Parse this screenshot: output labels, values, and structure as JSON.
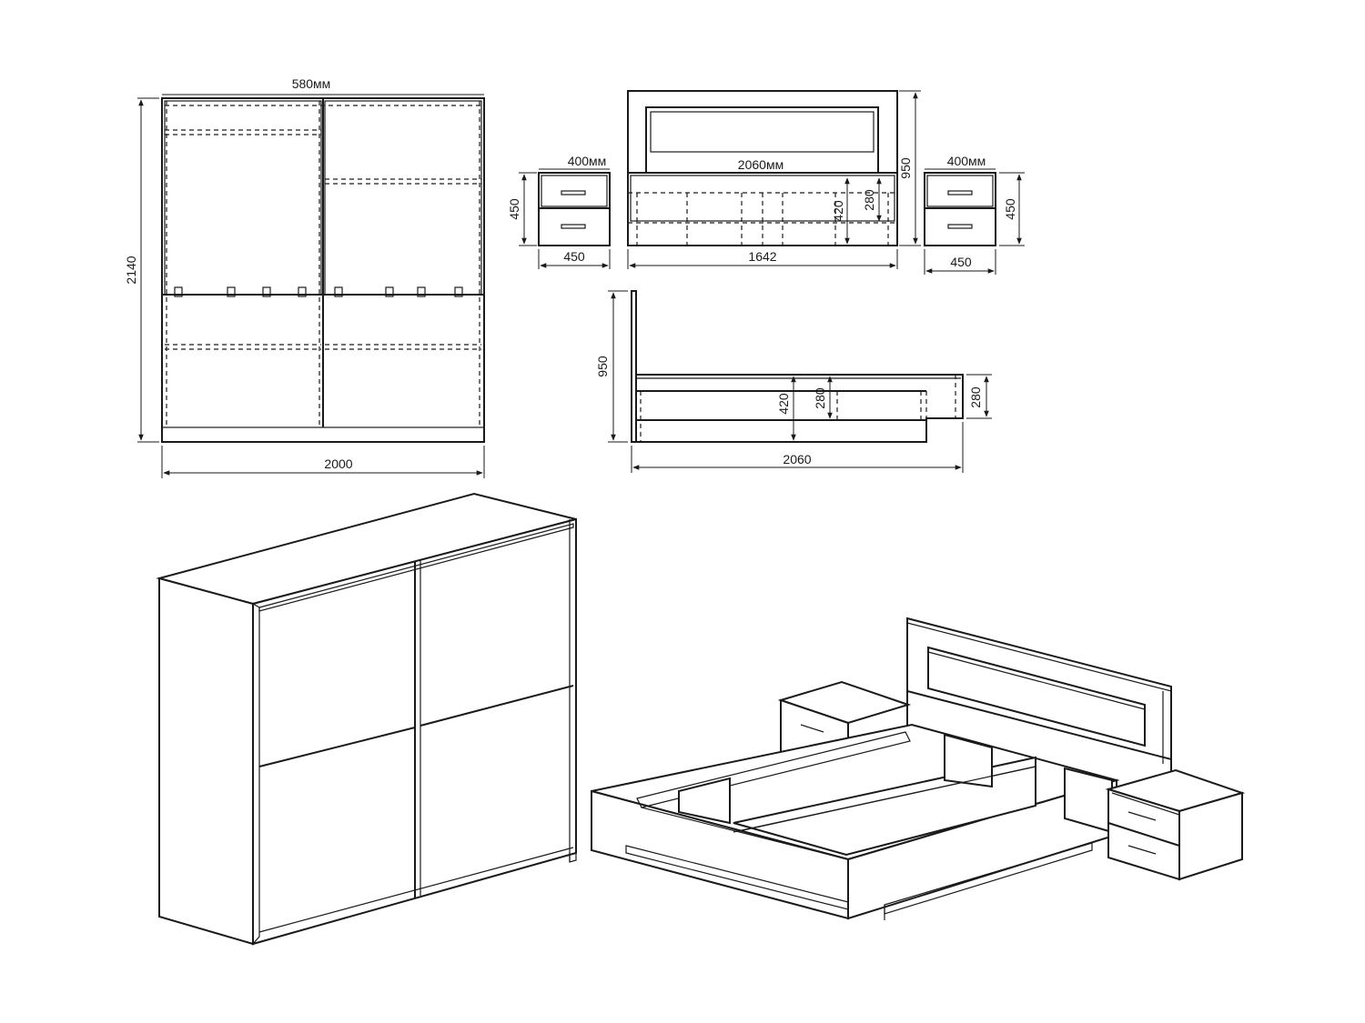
{
  "wardrobe_front": {
    "depth_label": "580мм",
    "height_label": "2140",
    "width_label": "2000"
  },
  "nightstand_left": {
    "depth_label": "400мм",
    "height_label": "450",
    "width_label": "450"
  },
  "bed_front": {
    "length_label": "2060мм",
    "height_label": "950",
    "width_label": "1642",
    "frame_height_label": "420",
    "rail_height_label": "280"
  },
  "nightstand_right": {
    "depth_label": "400мм",
    "height_label": "450",
    "width_label": "450"
  },
  "bed_side": {
    "height_label": "950",
    "frame_height_label": "420",
    "rail_height_label": "280",
    "end_height_label": "280",
    "length_label": "2060"
  }
}
